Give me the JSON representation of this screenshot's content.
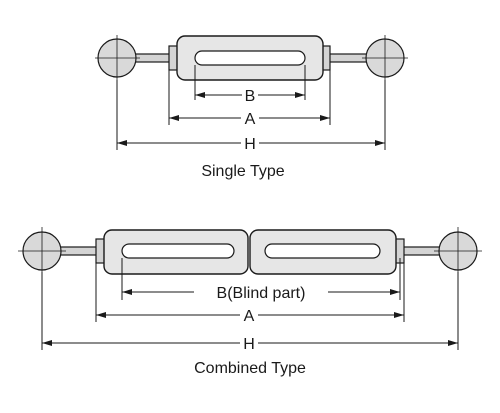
{
  "single": {
    "caption": "Single Type",
    "dim_b": "B",
    "dim_a": "A",
    "dim_h": "H"
  },
  "combined": {
    "caption": "Combined Type",
    "dim_b": "B(Blind part)",
    "dim_a": "A",
    "dim_h": "H"
  }
}
